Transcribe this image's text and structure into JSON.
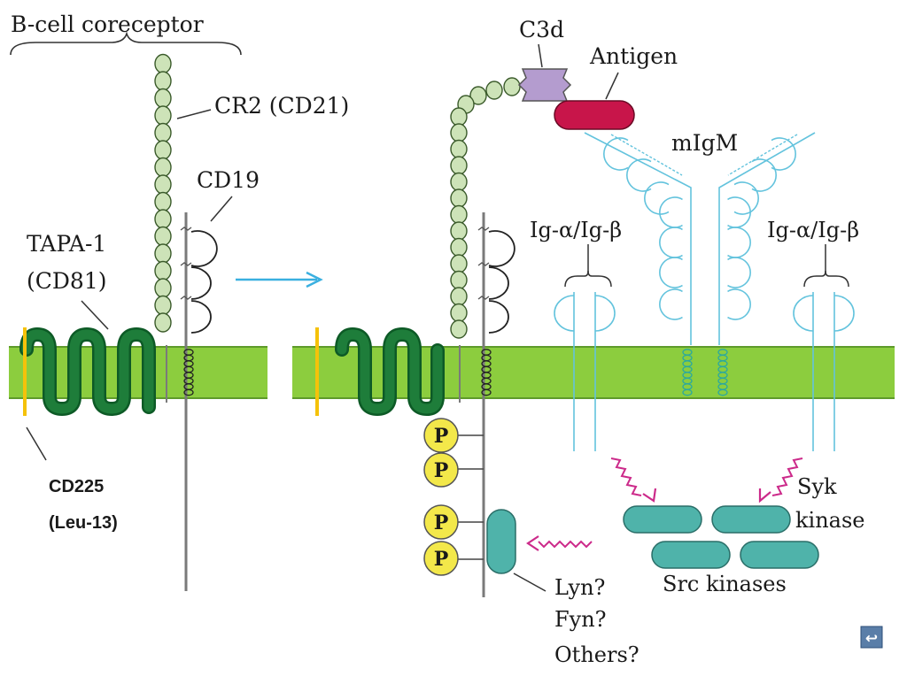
{
  "labels": {
    "bcell_coreceptor": "B-cell coreceptor",
    "cr2": "CR2 (CD21)",
    "cd19": "CD19",
    "tapa1_line1": "TAPA-1",
    "tapa1_line2": "(CD81)",
    "cd225_line1": "CD225",
    "cd225_line2": "(Leu-13)",
    "c3d": "C3d",
    "antigen": "Antigen",
    "migm": "mIgM",
    "ig_ab_left": "Ig-α/Ig-β",
    "ig_ab_right": "Ig-α/Ig-β",
    "syk_line1": "Syk",
    "syk_line2": "kinase",
    "src_kinases": "Src kinases",
    "lyn": "Lyn?",
    "fyn": "Fyn?",
    "others": "Others?",
    "phospho": [
      "P",
      "P",
      "P",
      "P"
    ],
    "nav_return": "↩"
  },
  "colors": {
    "membrane": "#8ccd3e",
    "membrane_edge": "#5e9a2a",
    "tapa1": "#1e7d3a",
    "cd225": "#f5c20a",
    "cr2_bead": "#cde3b8",
    "cd19_line": "#7a7a7a",
    "migm": "#63c3dd",
    "migm_tm": "#2aa8a0",
    "kinase": "#4fb3aa",
    "phospho": "#f3e84a",
    "c3d": "#b49ccf",
    "antigen": "#c8154a",
    "arrow_magenta": "#cc2a8a",
    "arrow_blue": "#3ab0e0"
  }
}
